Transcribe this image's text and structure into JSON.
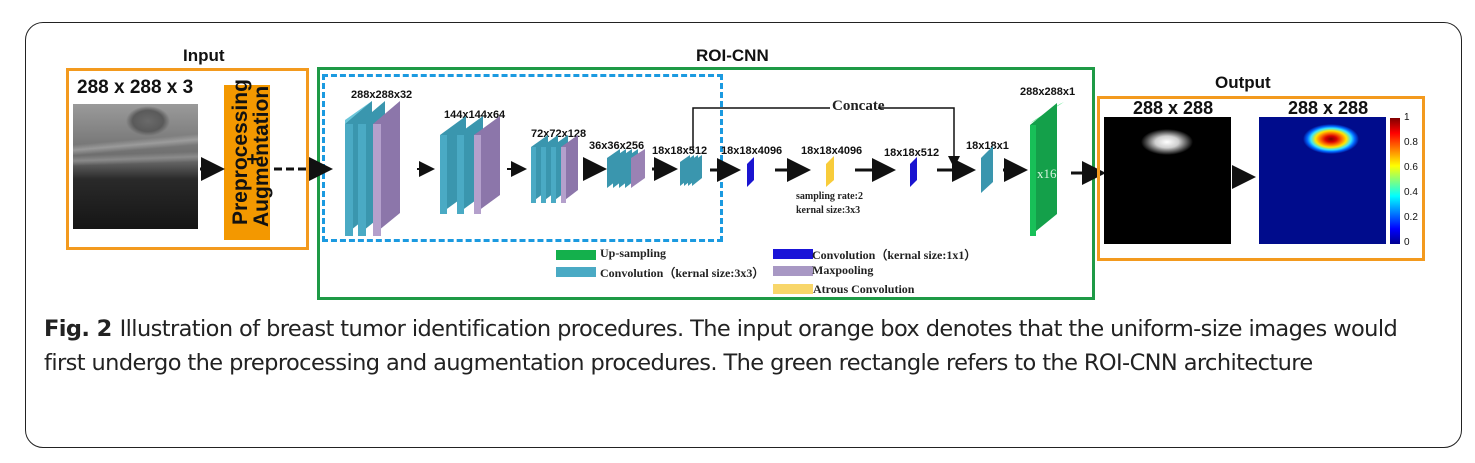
{
  "figure": {
    "sections": {
      "input_title": "Input",
      "roicnn_title": "ROI-CNN",
      "output_title": "Output"
    },
    "input": {
      "size_label": "288 x 288 x 3",
      "image": "breast-ultrasound-image",
      "prep_line1": "Preprocessing",
      "prep_plus": "+",
      "prep_line2": "Augmentation"
    },
    "layers": [
      {
        "label": "288x288x32"
      },
      {
        "label": "144x144x64"
      },
      {
        "label": "72x72x128"
      },
      {
        "label": "36x36x256"
      },
      {
        "label": "18x18x512"
      },
      {
        "label": "18x18x4096"
      },
      {
        "label": "18x18x4096",
        "note_line1": "sampling rate:2",
        "note_line2": "kernal size:3x3"
      },
      {
        "label": "18x18x512"
      },
      {
        "label": "18x18x1"
      },
      {
        "label": "288x288x1",
        "inner_text": "x16"
      }
    ],
    "concat_label": "Concate",
    "legend": [
      {
        "label": "Up-sampling",
        "color": "#14b04c"
      },
      {
        "label": "Convolution（kernal size:3x3）",
        "color": "#4aaac4"
      },
      {
        "label": "Convolution（kernal size:1x1）",
        "color": "#1a14d8"
      },
      {
        "label": "Maxpooling",
        "color": "#a898c4"
      },
      {
        "label": "Atrous Convolution",
        "color": "#f8d66a"
      }
    ],
    "output": {
      "left_size_label": "288 x 288",
      "right_size_label": "288 x 288",
      "colorbar_ticks": [
        "1",
        "0.8",
        "0.6",
        "0.4",
        "0.2",
        "0"
      ]
    },
    "colors": {
      "orange": "#f39a1e",
      "green": "#1e9a46",
      "dashed_blue": "#1b9ae0",
      "conv3x3": "#4aaac4",
      "maxpool": "#9a82b4",
      "conv1x1": "#1a14d8",
      "atrous": "#f8cc3a",
      "upsample": "#14a04a"
    }
  },
  "caption": {
    "fig_label": "Fig. 2",
    "text": "Illustration of breast tumor identification procedures. The input orange box denotes that the uniform-size images would first undergo the preprocessing and augmentation procedures. The green rectangle refers to the ROI-CNN architecture"
  }
}
